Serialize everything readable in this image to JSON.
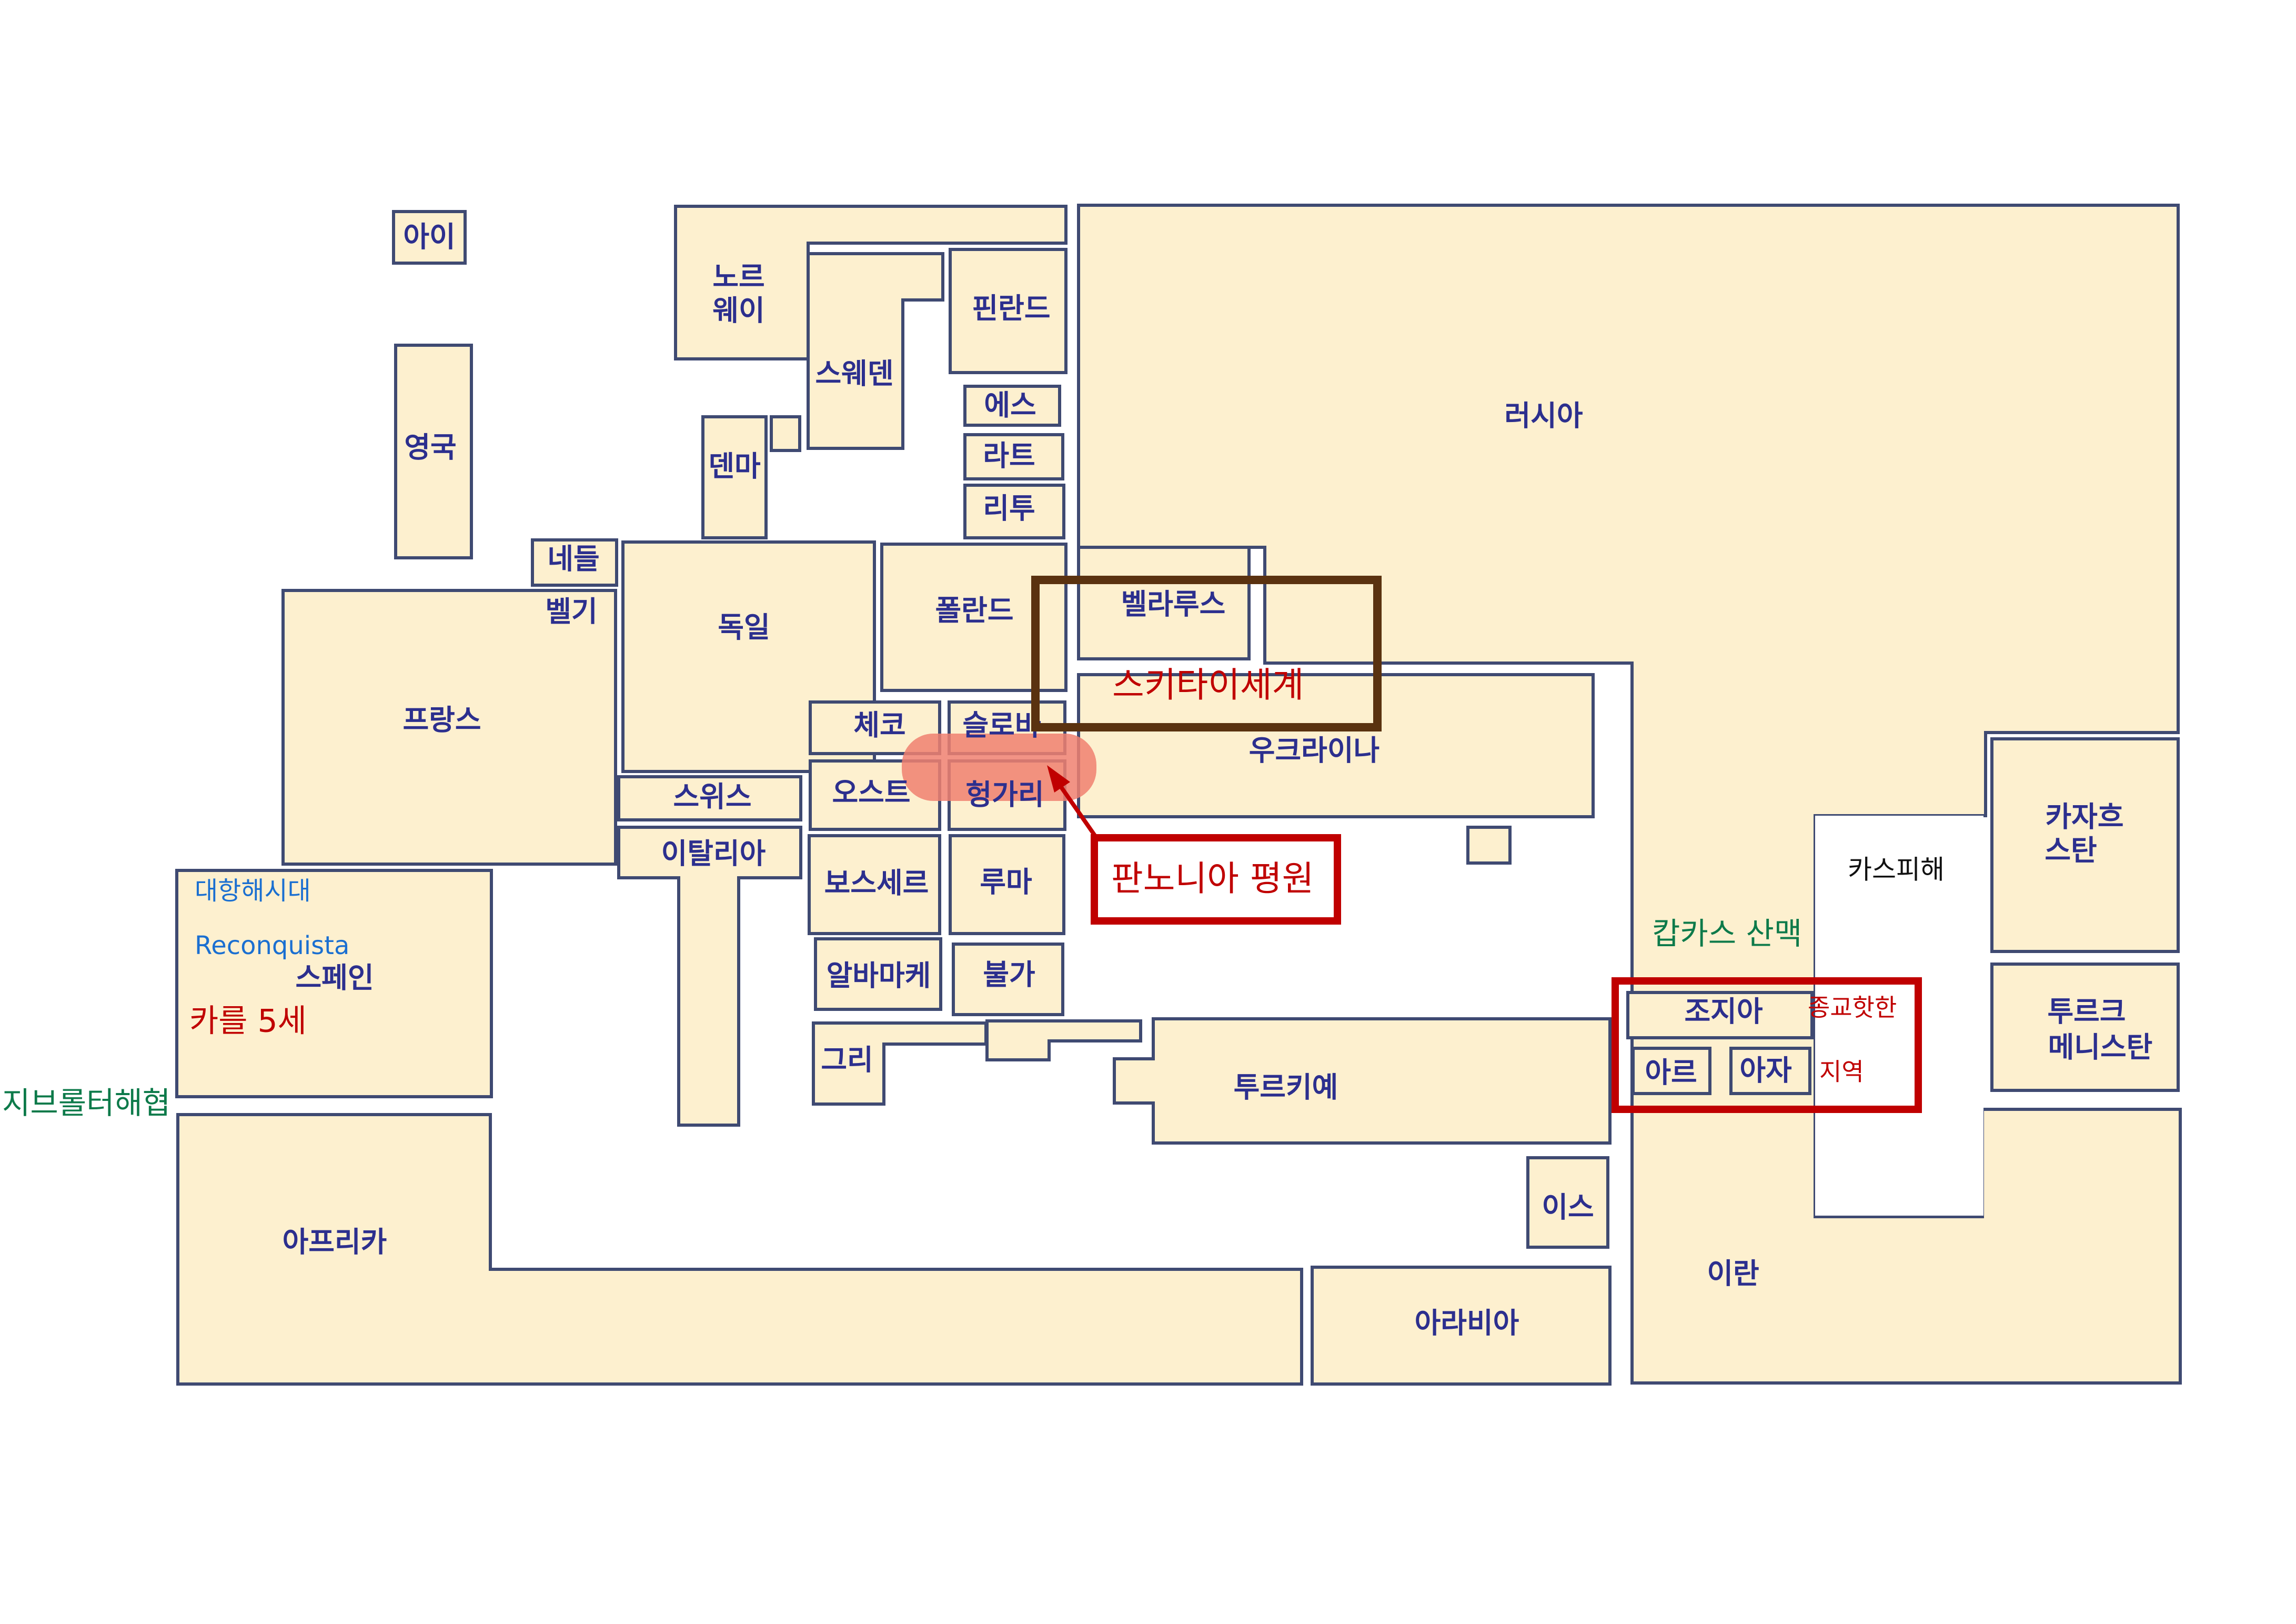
{
  "countries": {
    "ireland": "아이",
    "uk": "영국",
    "norway": [
      "노르",
      "웨이"
    ],
    "sweden": "스웨덴",
    "finland": "핀란드",
    "estonia": "에스",
    "latvia": "라트",
    "lithuania": "리투",
    "denmark": "덴마",
    "russia": "러시아",
    "netherlands": "네들",
    "belgium": "벨기",
    "germany": "독일",
    "poland": "폴란드",
    "belarus": "벨라루스",
    "france": "프랑스",
    "czech": "체코",
    "slovakia": "슬로바",
    "ukraine": "우크라이나",
    "switzerland": "스위스",
    "austria": "오스트",
    "hungary": "헝가리",
    "kazakhstan": [
      "카자흐",
      "스탄"
    ],
    "italy": "이탈리아",
    "bosnia": "보스세르",
    "romania": "루마",
    "spain": "스페인",
    "albania": "알바마케",
    "bulgaria": "불가",
    "georgia": "조지아",
    "turkmenistan": [
      "투르크",
      "메니스탄"
    ],
    "greece": "그리",
    "turkey": "투르키예",
    "armenia": "아르",
    "azerbaijan": "아자",
    "africa": "아프리카",
    "israel": "이스",
    "iran": "이란",
    "arabia": "아라비아"
  },
  "annotations": {
    "scythian": "스키타이세계",
    "pannonia": "판노니아 평원",
    "caspian": "카스피해",
    "caucasus": "캅카스 산맥",
    "religious": "종교핫한",
    "region": "지역",
    "age_of_discovery": "대항해시대",
    "reconquista": "Reconquista",
    "charles": "카를 5세",
    "gibraltar": "지브롤터해협"
  },
  "colors": {
    "land": "#fdf0cf",
    "border": "#3f4a72",
    "country_label": "#2c2f8e",
    "scythian_box": "#5a3210",
    "highlight_box": "#c00000",
    "annotation_red": "#c00000",
    "annotation_green": "#0d7a4a",
    "annotation_blue": "#1a6fd1",
    "pannonia_highlight": "#f08070"
  }
}
